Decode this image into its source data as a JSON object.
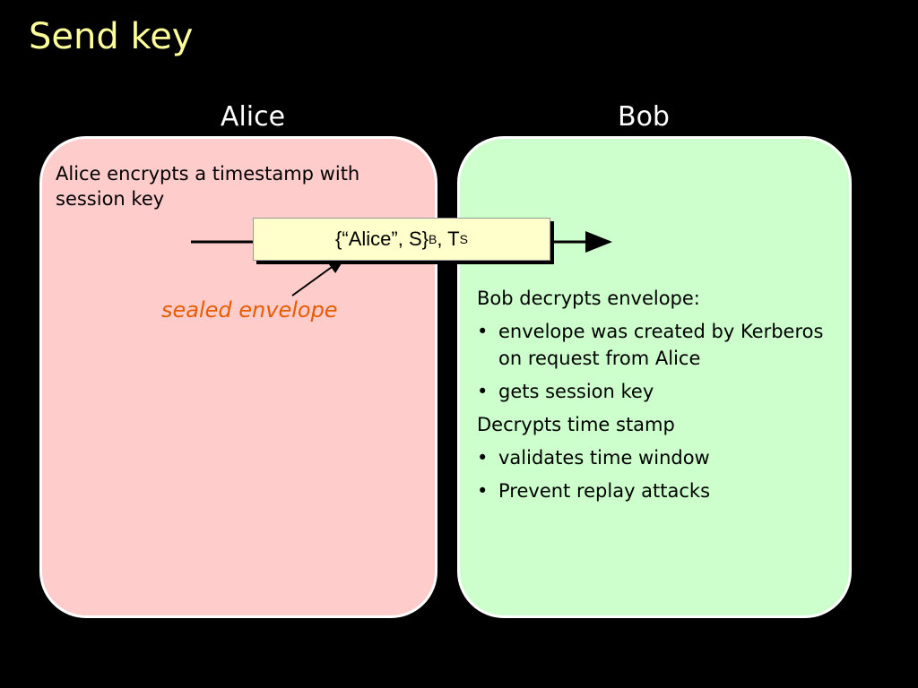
{
  "slide": {
    "title": "Send key"
  },
  "alice": {
    "heading": "Alice",
    "text": "Alice encrypts a timestamp with session key",
    "annotation": "sealed envelope"
  },
  "bob": {
    "heading": "Bob",
    "intro": "Bob decrypts envelope:",
    "bullets1": [
      "envelope was created by Kerberos on request from Alice",
      "gets session key"
    ],
    "mid": "Decrypts time stamp",
    "bullets2": [
      "validates time window",
      "Prevent replay attacks"
    ]
  },
  "envelope": {
    "open": "{“Alice”, S}",
    "sub1": "B",
    "sep": ", T",
    "sub2": "S"
  },
  "colors": {
    "background": "#000000",
    "title": "#ffff99",
    "alice_panel": "#ffcccc",
    "bob_panel": "#ccffcc",
    "envelope": "#ffffcc",
    "annotation": "#e65c00"
  }
}
